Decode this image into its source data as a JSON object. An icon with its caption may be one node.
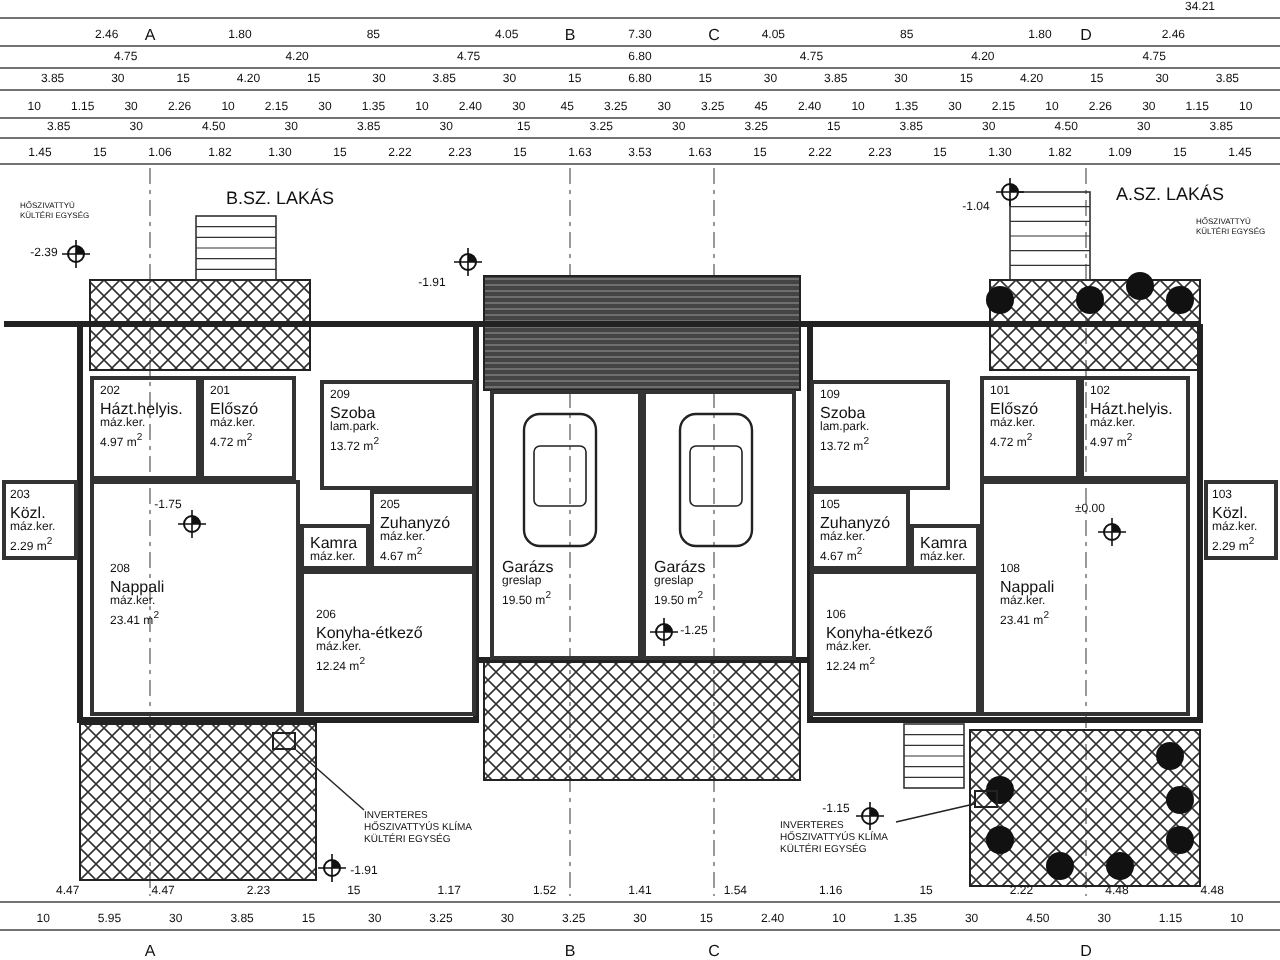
{
  "diagram": {
    "nodes": [
      {
        "text": [
          "209",
          "Szoba",
          "lam.park.",
          "13.72 m$^{2}$"
        ]
      },
      {
        "text": [
          "201",
          "Előszó",
          "máz.ker.",
          "4.72 m$^{2}$"
        ]
      },
      {
        "text": [
          "202",
          "Házt.helyis.",
          "máz.ker.",
          "4.97 m$^{2}$"
        ]
      },
      {
        "text": [
          "203",
          "Közl.",
          "máz.ker.",
          "2.29 m$^{2}$"
        ]
      },
      {
        "text": [
          "205",
          "Zuhanyzó",
          "máz.ker.",
          "4.67 m$^{2}$"
        ]
      },
      {
        "text": [
          "Kamra",
          "máz.ker."
        ]
      },
      {
        "text": [
          "208",
          "Nappali",
          "máz.ker.",
          "23.41 m$^{2}$"
        ]
      },
      {
        "text": [
          "206",
          "Konyha-étkező",
          "máz.ker.",
          "12.24 m$^{2}$"
        ]
      },
      {
        "text": [
          "Garázs",
          "greslap",
          "19.50 m$^{2}$"
        ]
      },
      {
        "text": [
          "Garázs",
          "greslap",
          "19.50 m$^{2}$"
        ]
      },
      {
        "text": [
          "109",
          "Szoba",
          "lam.park.",
          "13.72 m$^{2}$"
        ]
      },
      {
        "text": [
          "101",
          "Előszó",
          "máz.ker.",
          "4.72 m$^{2}$"
        ]
      },
      {
        "text": [
          "102",
          "Házt.helyis.",
          "máz.ker.",
          "4.97 m$^{2}$"
        ]
      },
      {
        "text": [
          "103",
          "Közl.",
          "máz.ker.",
          "2.29 m$^{2}$"
        ]
      },
      {
        "text": [
          "105",
          "Zuhanyzó",
          "máz.ker.",
          "4.67 m$^{2}$"
        ]
      },
      {
        "text": [
          "Kamra",
          "máz.ker."
        ]
      },
      {
        "text": [
          "108",
          "Nappali",
          "máz.ker.",
          "23.41 m$^{2}$"
        ]
      },
      {
        "text": [
          "106",
          "Konyha-étkező",
          "máz.ker.",
          "12.24 m$^{2}$"
        ]
      },
      {
        "text": [
          "INVERTERES HŐSZIVATTYÚS KLÍMA KÜLTÉRI EGYSÉG"
        ]
      },
      {
        "text": [],
        "shape": "box"
      },
      {
        "text": [
          "INVERTERES HŐSZIVATTYÚS KLÍMA KÜLTÉRI EGYSÉG"
        ]
      },
      {
        "text": [],
        "shape": "box"
      }
    ],
    "edges": [
      {
        "from": 18,
        "to": 19,
        "arrow": "none"
      },
      {
        "from": 20,
        "to": 21,
        "arrow": "none"
      }
    ],
    "labels": [
      "34.21",
      "2.46",
      "1.80",
      "85",
      "4.05",
      "7.30",
      "4.05",
      "85",
      "1.80",
      "2.46",
      "4.75",
      "4.20",
      "4.75",
      "6.80",
      "4.75",
      "4.20",
      "4.75",
      "3.85",
      "30",
      "15",
      "4.20",
      "15",
      "30",
      "3.85",
      "30",
      "15",
      "6.80",
      "15",
      "30",
      "3.85",
      "30",
      "15",
      "4.20",
      "15",
      "30",
      "3.85",
      "10",
      "1.15",
      "30",
      "2.26",
      "10",
      "2.15",
      "30",
      "1.35",
      "10",
      "2.40",
      "30",
      "45",
      "3.25",
      "30",
      "3.25",
      "45",
      "2.40",
      "10",
      "1.35",
      "30",
      "2.15",
      "10",
      "2.26",
      "30",
      "1.15",
      "10",
      "3.85",
      "30",
      "4.50",
      "30",
      "3.85",
      "30",
      "15",
      "3.25",
      "30",
      "3.25",
      "15",
      "3.85",
      "30",
      "4.50",
      "30",
      "3.85",
      "1.45",
      "15",
      "1.06",
      "1.82",
      "1.30",
      "15",
      "2.22",
      "2.23",
      "15",
      "1.63",
      "3.53",
      "1.63",
      "15",
      "2.22",
      "2.23",
      "15",
      "1.30",
      "1.82",
      "1.09",
      "15",
      "1.45",
      "A",
      "B",
      "C",
      "D",
      "B.SZ. LAKÁS",
      "A.SZ. LAKÁS",
      "HŐSZIVATTYÚ KÜLTÉRI EGYSÉG",
      "HŐSZIVATTYÚ KÜLTÉRI EGYSÉG",
      "-2.39",
      "-1.91",
      "-1.75",
      "-1.04",
      "±0.00",
      "-1.25",
      "-1.15",
      "-1.91",
      "4.47",
      "4.47",
      "2.23",
      "15",
      "1.17",
      "1.52",
      "1.41",
      "1.54",
      "1.16",
      "15",
      "2.22",
      "4.48",
      "4.48",
      "10",
      "5.95",
      "30",
      "3.85",
      "15",
      "30",
      "3.25",
      "30",
      "3.25",
      "30",
      "15",
      "2.40",
      "10",
      "1.35",
      "30",
      "4.50",
      "30",
      "1.15",
      "10",
      "A",
      "B",
      "C",
      "D"
    ]
  }
}
